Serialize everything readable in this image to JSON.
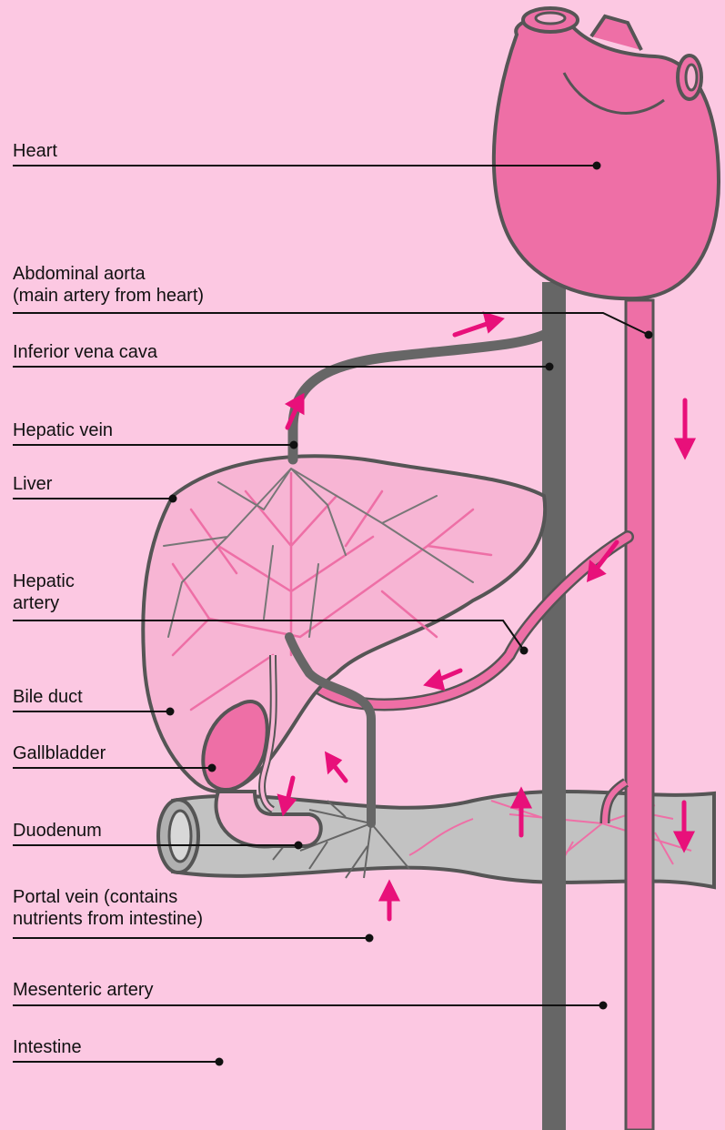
{
  "labels": {
    "heart": "Heart",
    "abdominal_aorta": "Abdominal aorta\n(main artery from heart)",
    "inferior_vena_cava": "Inferior vena cava",
    "hepatic_vein": "Hepatic vein",
    "liver": "Liver",
    "hepatic_artery": "Hepatic\nartery",
    "bile_duct": "Bile duct",
    "gallbladder": "Gallbladder",
    "duodenum": "Duodenum",
    "portal_vein": "Portal vein (contains\nnutrients from intestine)",
    "mesenteric_artery": "Mesenteric artery",
    "intestine": "Intestine"
  },
  "colors": {
    "background": "#fcc8e2",
    "artery": "#ee6fa6",
    "vein": "#666666",
    "outline": "#555555",
    "liver_fill": "#f7b5d4",
    "intestine_fill": "#c2c2c2",
    "flow_arrow": "#e8107a"
  }
}
